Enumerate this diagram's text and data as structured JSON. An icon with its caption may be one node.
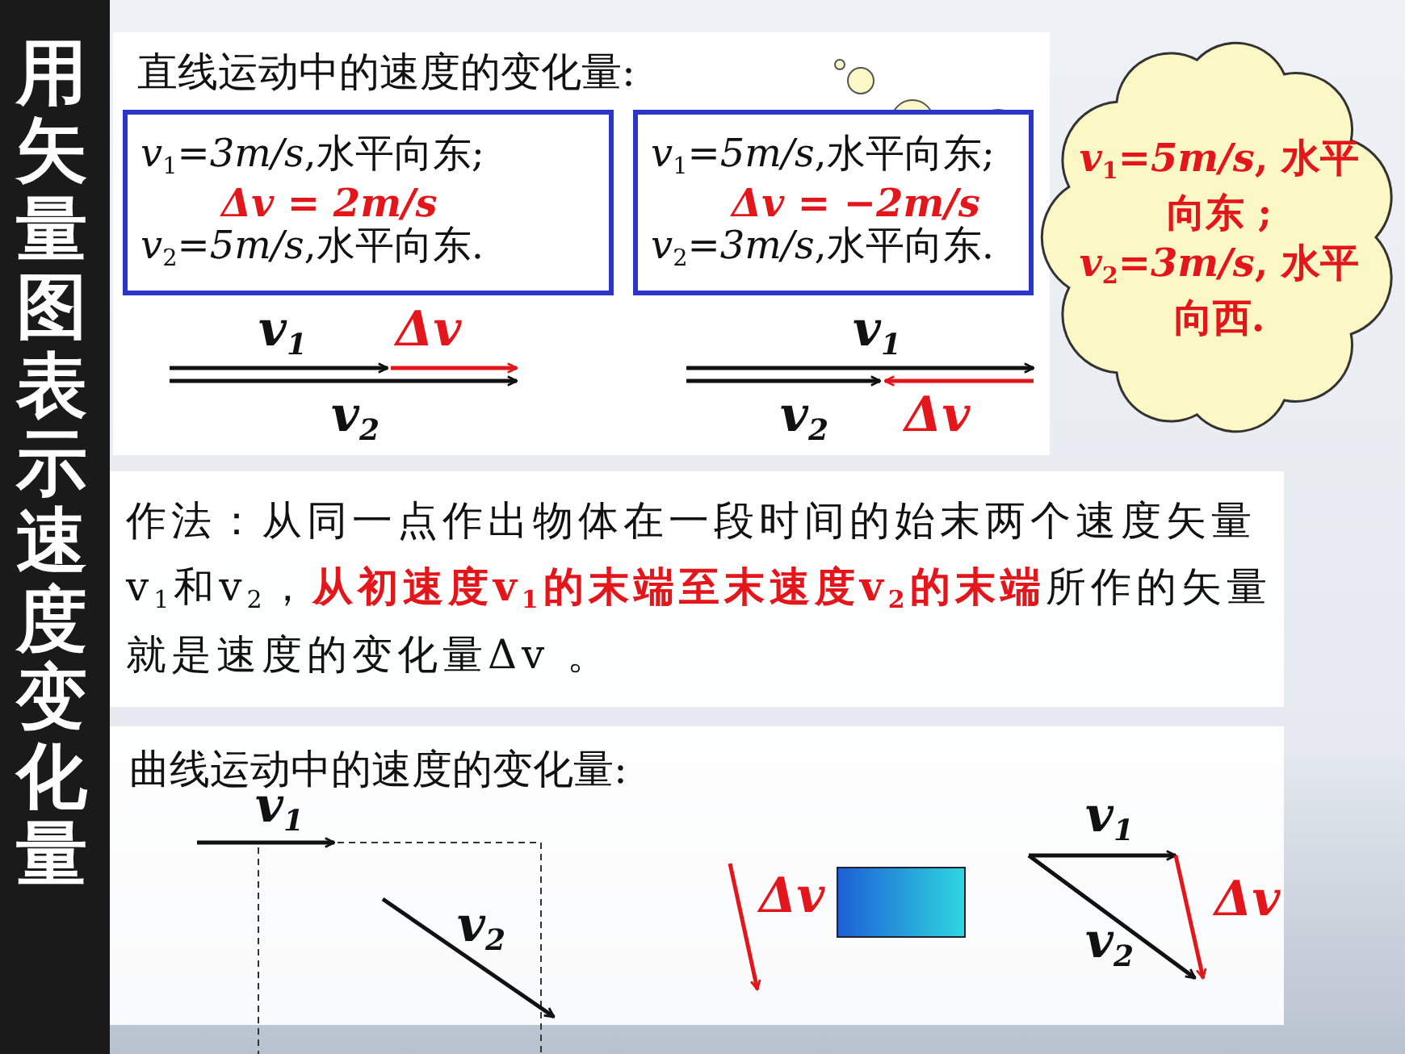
{
  "diagram": {
    "title": "用矢量图表示速度变化量",
    "nodes": [
      {
        "text": [
          "*v*$_{1}$=*3m/s*,水平向东;",
          "Δv = 2m/s",
          "*v*$_{2}$=*5m/s*,水平向东."
        ]
      },
      {
        "text": [
          "*v*$_{1}$=*5m/s*,水平向东;",
          "Δv = −2m/s",
          "*v*$_{2}$=*3m/s*,水平向东."
        ]
      },
      {
        "text": [
          "*v*$_{1}$=*5m/s*, 水平向东 ; *v*$_{2}$=*3m/s*, 水平向西."
        ]
      },
      {
        "text": [],
        "shape": "box"
      }
    ],
    "labels": [
      "直线运动中的速度的变化量:",
      "v$_{1}$",
      "Δv",
      "v$_{2}$",
      "v$_{1}$",
      "v$_{2}$",
      "Δv",
      "作法：从同一点作出物体在一段时间的始末两个速度矢量v$_{1}$和v$_{2}$，**从初速度v$_{1}$的末端至末速度v$_{2}$的末端**所作的矢量就是速度的变化量Δv 。",
      "曲线运动中的速度的变化量:",
      "v$_{1}$",
      "v$_{2}$",
      "Δv",
      "v$_{1}$",
      "Δv",
      "v$_{2}$"
    ]
  }
}
